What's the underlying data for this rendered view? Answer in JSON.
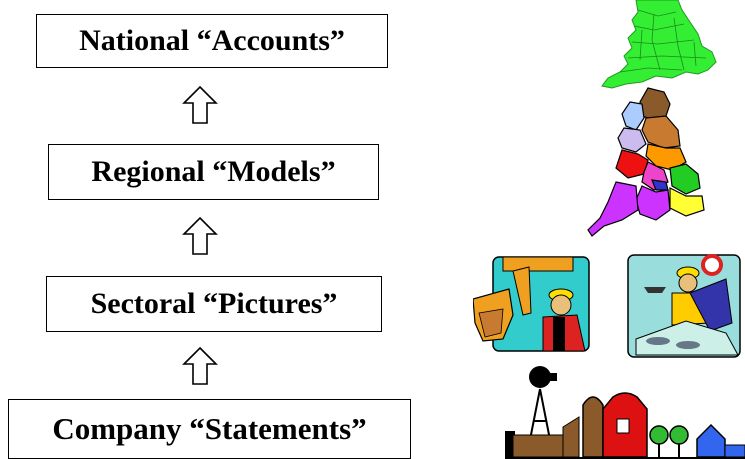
{
  "levels": {
    "national": "National “Accounts”",
    "regional": "Regional “Models”",
    "sectoral": "Sectoral “Pictures”",
    "company": "Company “Statements”"
  },
  "icons": [
    "up-arrow-icon",
    "england-green-map-icon",
    "england-regions-map-icon",
    "construction-worker-icon",
    "fisherman-icon",
    "farm-icon"
  ],
  "colors": {
    "map_green": "#33ee33",
    "border": "#000000",
    "worker_bg": "#33cccc",
    "fisher_bg": "#99dddd",
    "barn_red": "#dd1111",
    "house_blue": "#3366ee"
  }
}
